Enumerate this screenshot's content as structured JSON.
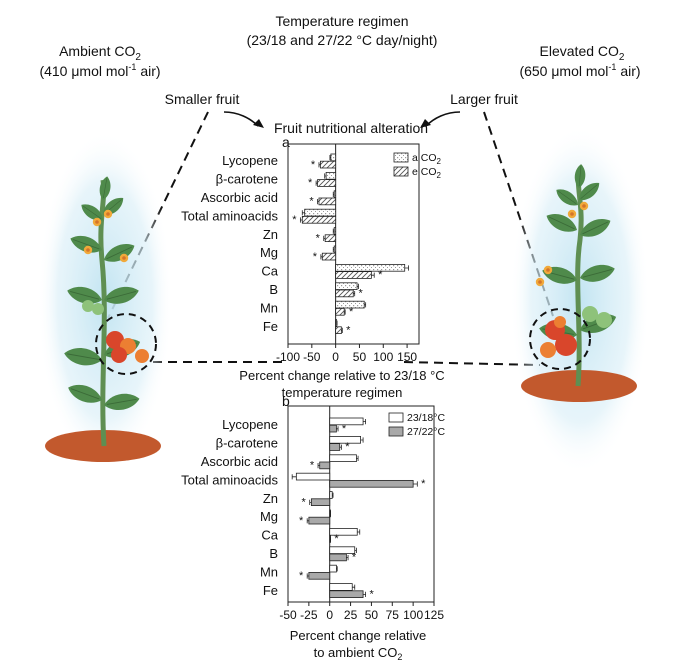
{
  "header": {
    "line1": "Temperature regimen",
    "line2": "(23/18 and 27/22 °C day/night)"
  },
  "left_plant": {
    "title": "Ambient CO",
    "title_sub": "2",
    "conc_prefix": "(410 μmol mol",
    "conc_sup": "-1",
    "conc_suffix": " air)",
    "fruit_label": "Smaller fruit"
  },
  "right_plant": {
    "title": "Elevated CO",
    "title_sub": "2",
    "conc_prefix": "(650 μmol mol",
    "conc_sup": "-1",
    "conc_suffix": " air)",
    "fruit_label": "Larger fruit"
  },
  "center_title": "Fruit nutritional alteration",
  "colors": {
    "bar_outline": "#222222",
    "open_fill": "#ffffff",
    "grey_fill": "#a9a9a9",
    "stipple": "#9a9a9a",
    "hatch": "#555555",
    "glow": "#bfe3f1",
    "soil": "#c2592d",
    "leaf": "#4f8a4b",
    "stem": "#5f8f52",
    "flower": "#f1a93a",
    "fruit_red": "#d9462b",
    "fruit_orange": "#ec7f32",
    "fruit_green": "#8ec27a"
  },
  "chart_data": [
    {
      "panel_label": "a",
      "type": "bar",
      "orientation": "horizontal",
      "categories": [
        "Lycopene",
        "β-carotene",
        "Ascorbic acid",
        "Total aminoacids",
        "Zn",
        "Mg",
        "Ca",
        "B",
        "Mn",
        "Fe"
      ],
      "series": [
        {
          "name": "a CO",
          "name_sub": "2",
          "pattern": "stipple",
          "values": [
            -10,
            -20,
            -3,
            -65,
            -3,
            -3,
            145,
            45,
            60,
            2
          ],
          "errors": [
            2,
            3,
            2,
            5,
            2,
            2,
            8,
            3,
            3,
            1
          ]
        },
        {
          "name": "e CO",
          "name_sub": "2",
          "pattern": "hatch",
          "values": [
            -32,
            -38,
            -35,
            -70,
            -22,
            -28,
            75,
            37,
            18,
            12
          ],
          "errors": [
            3,
            3,
            3,
            4,
            3,
            3,
            6,
            3,
            2,
            2
          ]
        }
      ],
      "significance": [
        {
          "category": "Lycopene",
          "series": "e CO",
          "mark": "*"
        },
        {
          "category": "β-carotene",
          "series": "e CO",
          "mark": "*"
        },
        {
          "category": "Ascorbic acid",
          "series": "e CO",
          "mark": "*"
        },
        {
          "category": "Total aminoacids",
          "series": "e CO",
          "mark": "*"
        },
        {
          "category": "Zn",
          "series": "e CO",
          "mark": "*"
        },
        {
          "category": "Mg",
          "series": "e CO",
          "mark": "*"
        },
        {
          "category": "Ca",
          "series": "e CO",
          "mark": "*"
        },
        {
          "category": "B",
          "series": "e CO",
          "mark": "*"
        },
        {
          "category": "Mn",
          "series": "e CO",
          "mark": "*"
        },
        {
          "category": "Fe",
          "series": "e CO",
          "mark": "*"
        }
      ],
      "xlim": [
        -100,
        175
      ],
      "xticks": [
        -100,
        -50,
        0,
        50,
        100,
        150
      ],
      "xtick_labels": [
        "-100",
        "-50",
        "0",
        "50",
        "100",
        "150"
      ],
      "xlabel_line1": "Percent change relative to 23/18 °C",
      "xlabel_line2": "temperature regimen",
      "legend_position": "top-right"
    },
    {
      "panel_label": "b",
      "type": "bar",
      "orientation": "horizontal",
      "categories": [
        "Lycopene",
        "β-carotene",
        "Ascorbic acid",
        "Total aminoacids",
        "Zn",
        "Mg",
        "Ca",
        "B",
        "Mn",
        "Fe"
      ],
      "series": [
        {
          "name": "23/18°C",
          "pattern": "open",
          "values": [
            40,
            37,
            32,
            -40,
            3,
            0,
            33,
            30,
            8,
            27
          ],
          "errors": [
            3,
            3,
            2,
            5,
            1,
            1,
            3,
            2,
            1,
            3
          ]
        },
        {
          "name": "27/22°C",
          "pattern": "grey",
          "values": [
            8,
            12,
            -12,
            100,
            -22,
            -25,
            0,
            20,
            -25,
            40
          ],
          "errors": [
            2,
            2,
            2,
            5,
            2,
            2,
            1,
            2,
            2,
            3
          ]
        }
      ],
      "significance": [
        {
          "category": "Lycopene",
          "series": "27/22°C",
          "mark": "*"
        },
        {
          "category": "β-carotene",
          "series": "27/22°C",
          "mark": "*"
        },
        {
          "category": "Ascorbic acid",
          "series": "27/22°C",
          "mark": "*"
        },
        {
          "category": "Total aminoacids",
          "series": "27/22°C",
          "mark": "*"
        },
        {
          "category": "Zn",
          "series": "27/22°C",
          "mark": "*"
        },
        {
          "category": "Mg",
          "series": "27/22°C",
          "mark": "*"
        },
        {
          "category": "Ca",
          "series": "27/22°C",
          "mark": "*"
        },
        {
          "category": "B",
          "series": "27/22°C",
          "mark": "*"
        },
        {
          "category": "Mn",
          "series": "27/22°C",
          "mark": "*"
        },
        {
          "category": "Fe",
          "series": "27/22°C",
          "mark": "*"
        }
      ],
      "xlim": [
        -50,
        125
      ],
      "xticks": [
        -50,
        -25,
        0,
        25,
        50,
        75,
        100,
        125
      ],
      "xtick_labels": [
        "-50",
        "-25",
        "0",
        "25",
        "50",
        "75",
        "100",
        "125"
      ],
      "xlabel_line1": "Percent change relative",
      "xlabel_line2": "to ambient CO",
      "xlabel_line2_sub": "2",
      "legend_position": "top-right"
    }
  ]
}
